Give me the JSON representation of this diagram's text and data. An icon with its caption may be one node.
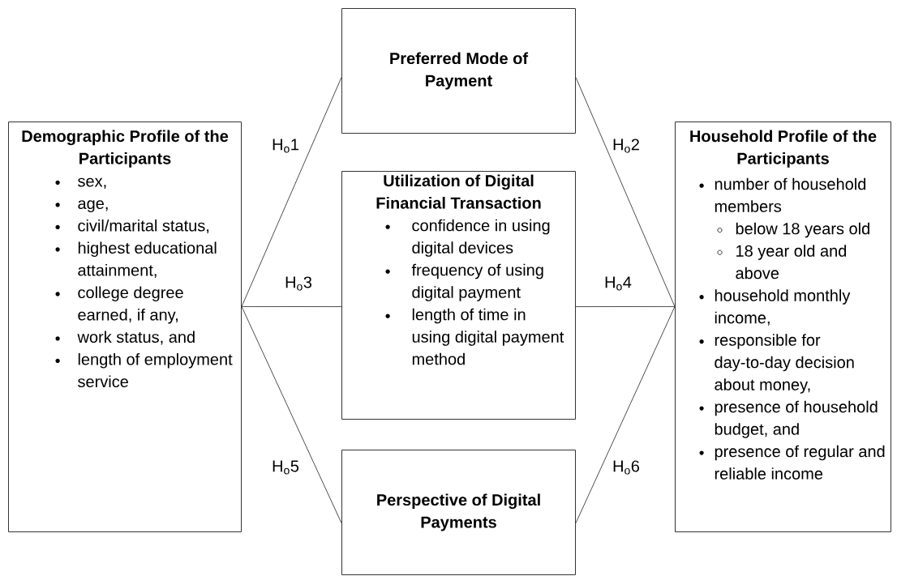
{
  "diagram": {
    "nodes": [
      {
        "text": [
          "Demographic Profile of the Participants",
          "sex,",
          "age,",
          "civil/marital status,",
          "highest educational attainment,",
          "college degree earned, if any,",
          "work status, and",
          "length of employment service"
        ]
      },
      {
        "text": [
          "Preferred Mode of Payment"
        ]
      },
      {
        "text": [
          "Utilization of Digital Financial Transaction",
          "confidence in using digital devices",
          "frequency of using digital payment",
          "length of time in using digital payment method"
        ]
      },
      {
        "text": [
          "Perspective of Digital Payments"
        ]
      },
      {
        "text": [
          "Household Profile of the Participants",
          "number of household members",
          "below 18 years old",
          "18 year old and above",
          "household monthly income,",
          "responsible for day-to-day decision about money,",
          "presence of household budget, and",
          "presence of regular and reliable income"
        ]
      }
    ],
    "edges": [
      {
        "from": 0,
        "to": 1,
        "arrow": "none",
        "label": "H$_{o}$1"
      },
      {
        "from": 1,
        "to": 4,
        "arrow": "none",
        "label": "H$_{o}$2"
      },
      {
        "from": 0,
        "to": 2,
        "arrow": "none",
        "label": "H$_{o}$3"
      },
      {
        "from": 2,
        "to": 4,
        "arrow": "none",
        "label": "H$_{o}$4"
      },
      {
        "from": 0,
        "to": 3,
        "arrow": "none",
        "label": "H$_{o}$5"
      },
      {
        "from": 3,
        "to": 4,
        "arrow": "none",
        "label": "H$_{o}$6"
      }
    ]
  }
}
